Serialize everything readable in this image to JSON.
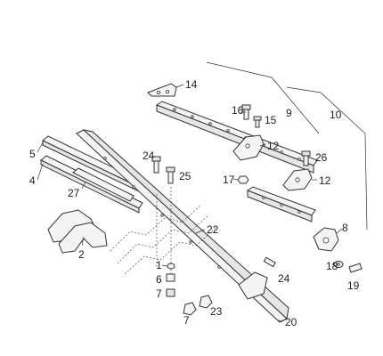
{
  "diagram": {
    "callouts": {
      "c1": "1",
      "c2": "2",
      "c4": "4",
      "c5": "5",
      "c6": "6",
      "c7a": "7",
      "c7b": "7",
      "c8": "8",
      "c9": "9",
      "c10": "10",
      "c12a": "12",
      "c12b": "12",
      "c14": "14",
      "c15": "15",
      "c16": "16",
      "c17": "17",
      "c18": "18",
      "c19": "19",
      "c20": "20",
      "c22": "22",
      "c23": "23",
      "c24a": "24",
      "c24b": "24",
      "c25": "25",
      "c26": "26",
      "c27": "27"
    }
  }
}
